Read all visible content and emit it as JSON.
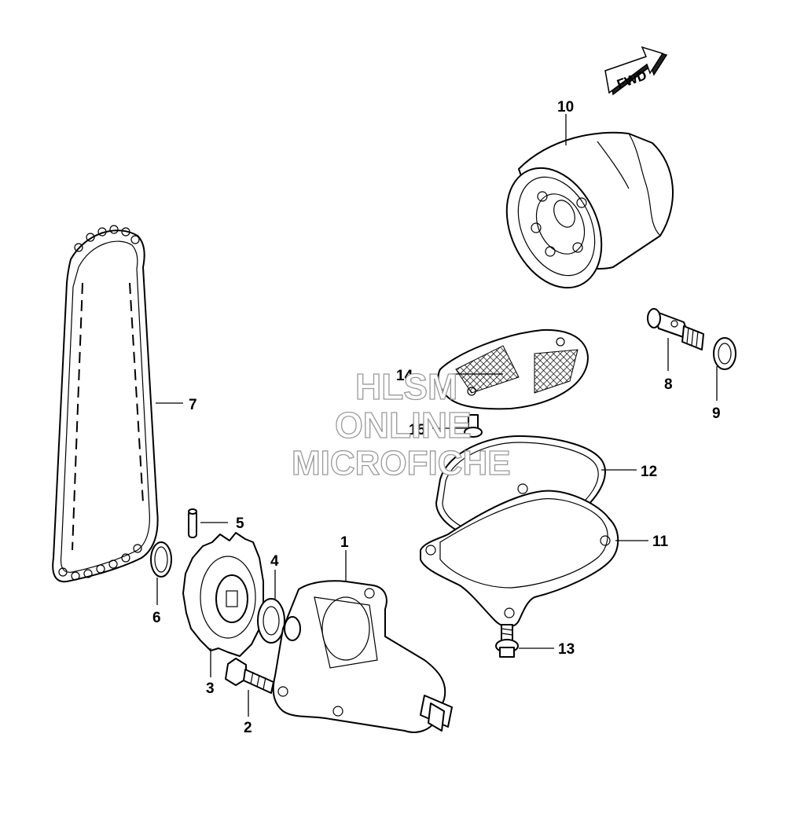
{
  "fwd_label": "FWD",
  "watermark": {
    "line1": "HLSM",
    "line2": "ONLINE",
    "line3": "MICROFICHE"
  },
  "callouts": {
    "c1": "1",
    "c2": "2",
    "c3": "3",
    "c4": "4",
    "c5": "5",
    "c6": "6",
    "c7": "7",
    "c8": "8",
    "c9": "9",
    "c10": "10",
    "c11": "11",
    "c12": "12",
    "c13": "13",
    "c14": "14",
    "c15": "15"
  }
}
